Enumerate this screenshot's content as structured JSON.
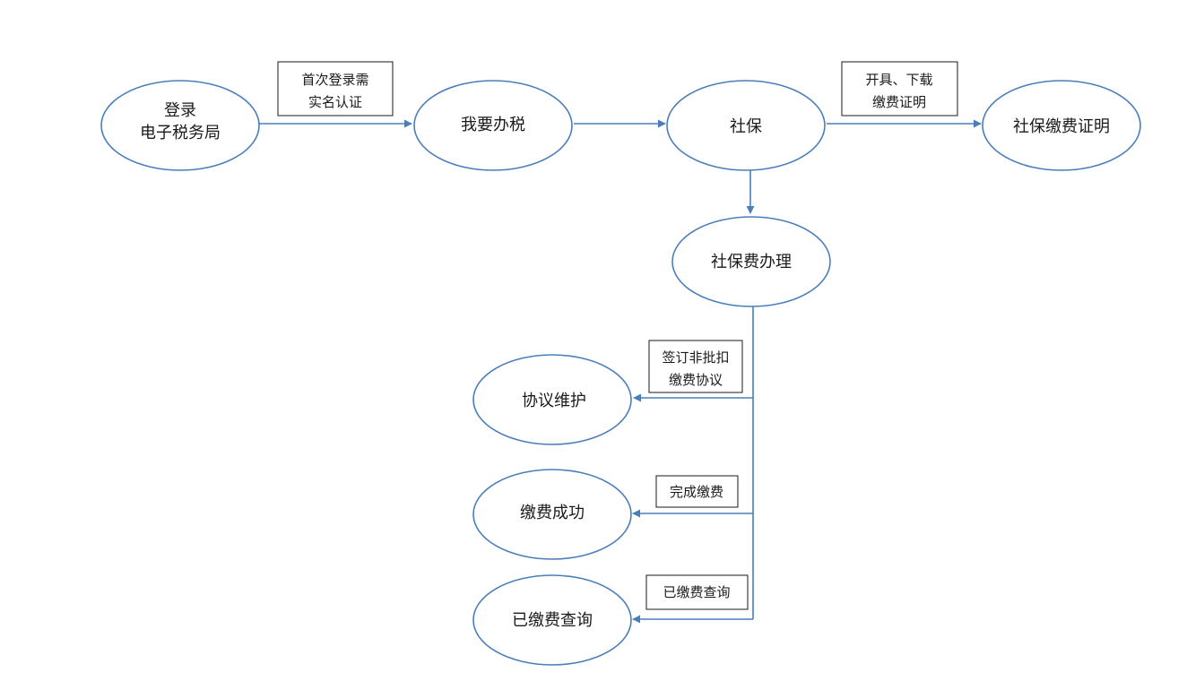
{
  "colors": {
    "node_stroke": "#4a7ebb",
    "connector": "#4a7ebb",
    "text": "#1a1a1a",
    "background": "#ffffff"
  },
  "nodes": {
    "login": {
      "line1": "登录",
      "line2": "电子税务局"
    },
    "tax": {
      "label": "我要办税"
    },
    "social_security": {
      "label": "社保"
    },
    "certificate": {
      "label": "社保缴费证明"
    },
    "fee_handling": {
      "label": "社保费办理"
    },
    "agreement": {
      "label": "协议维护"
    },
    "paid_success": {
      "label": "缴费成功"
    },
    "paid_query": {
      "label": "已缴费查询"
    }
  },
  "edge_labels": {
    "first_login": {
      "line1": "首次登录需",
      "line2": "实名认证"
    },
    "issue_download": {
      "line1": "开具、下载",
      "line2": "缴费证明"
    },
    "sign_agreement": {
      "line1": "签订非批扣",
      "line2": "缴费协议"
    },
    "complete_payment": {
      "label": "完成缴费"
    },
    "paid_query_label": {
      "label": "已缴费查询"
    }
  }
}
